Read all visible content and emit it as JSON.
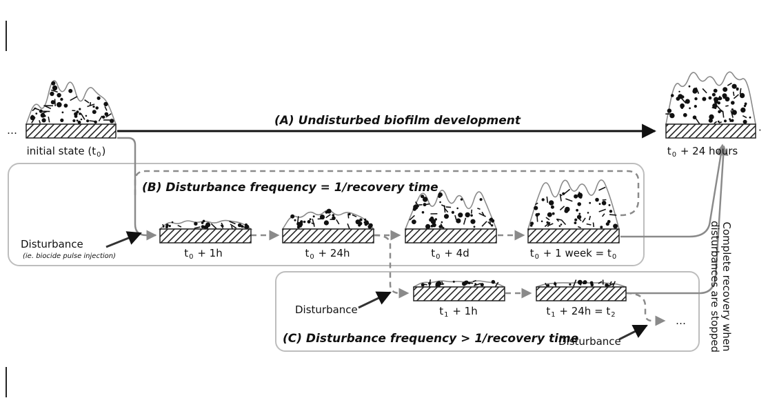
{
  "labels": {
    "ellipsis_left": "…",
    "ellipsis_right": "·",
    "ellipsis_c": "…",
    "initial_state": "initial state (t",
    "initial_state_sub": "0",
    "initial_state_end": ")",
    "final_t": "t",
    "final_t_sub": "0",
    "final_rest": " + 24 hours",
    "heading_a": "(A) Undisturbed biofilm development",
    "heading_b": "(B) Disturbance frequency = 1/recovery time",
    "heading_c": "(C) Disturbance frequency > 1/recovery time",
    "disturbance_b": "Disturbance",
    "disturbance_b_note": "(ie. biocide pulse injection)",
    "disturbance_c": "Disturbance",
    "disturbance_c2": "Disturbance",
    "recovery_line1": "Complete recovery when",
    "recovery_line2": "disturbances are stopped"
  },
  "stages_b": [
    {
      "t": "t",
      "sub": "0",
      "rest": " + 1h"
    },
    {
      "t": "t",
      "sub": "0",
      "rest": " + 24h"
    },
    {
      "t": "t",
      "sub": "0",
      "rest": " + 4d"
    },
    {
      "t": "t",
      "sub": "0",
      "rest": " + 1 week = t",
      "sub2": "0"
    }
  ],
  "stages_c": [
    {
      "t": "t",
      "sub": "1",
      "rest": " + 1h"
    },
    {
      "t": "t",
      "sub": "1",
      "rest": " + 24h = t",
      "sub2": "2"
    }
  ],
  "colors": {
    "solid_arrow": "#111111",
    "gray_arrow": "#8a8a8a",
    "box_border": "#bdbdbd",
    "biofilm_outline": "#8a8a8a"
  }
}
